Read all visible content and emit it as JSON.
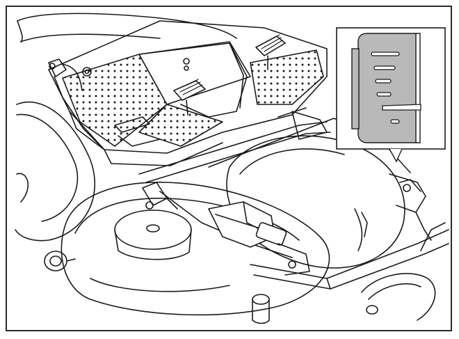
{
  "figure": {
    "subject": "riding-mower-under-seat-mechanism",
    "inset": {
      "content": "height-adjustment-notch-scale",
      "notch_count": 6,
      "highlighted_notch": 5,
      "panel_color": "#b9b9b9"
    },
    "colors": {
      "line": "#1a1a1a",
      "background": "#ffffff",
      "frame_border": "#2a2a2a"
    }
  }
}
